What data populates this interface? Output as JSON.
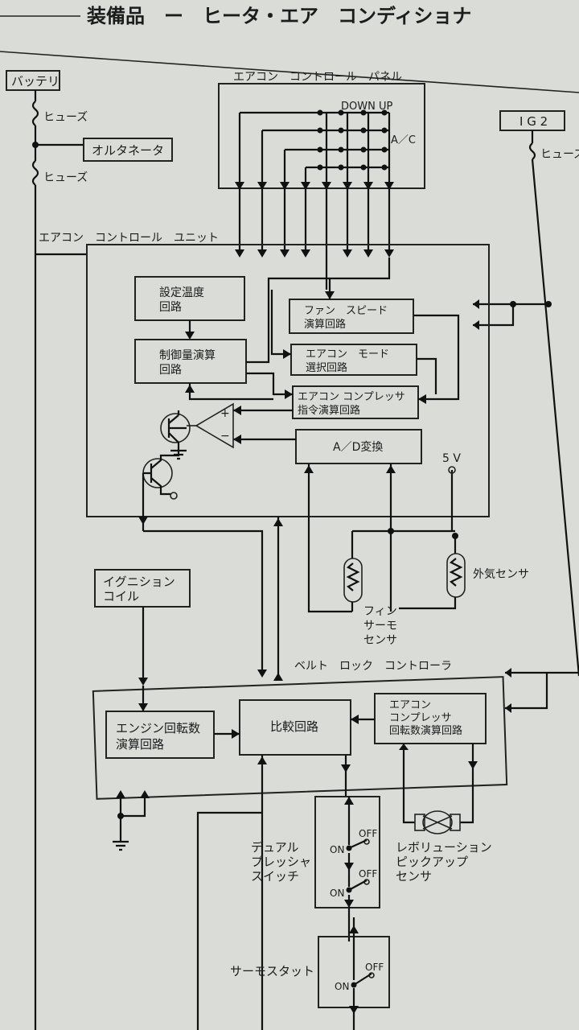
{
  "page": {
    "title": "装備品　ー　ヒータ・エア　コンディショナ"
  },
  "labels": {
    "battery": "バッテリ",
    "fuse1": "ヒューズ",
    "fuse2": "ヒューズ",
    "alternator": "オルタネータ",
    "ig2": "I G 2",
    "fuse_ig2": "ヒューズ",
    "panel": "エアコン　コントロール　パネル",
    "down_up": "DOWN  UP",
    "ac": "A／C",
    "unit": "エアコン　コントロール　ユニット",
    "set_temp": [
      "設定温度",
      "回路"
    ],
    "ctrl_calc": [
      "制御量演算",
      "回路"
    ],
    "fan_speed": [
      "ファン　スピード",
      "演算回路"
    ],
    "ac_mode": [
      "エアコン　モード",
      "選択回路"
    ],
    "compressor_cmd": [
      "エアコン コンプレッサ",
      "指令演算回路"
    ],
    "ad": "A／D変換",
    "five_v": "5 V",
    "fin_sensor": [
      "フィン",
      "サーモ",
      "センサ"
    ],
    "outside_sensor": "外気センサ",
    "ignition_coil": [
      "イグニション",
      "コイル"
    ],
    "belt_lock": "ベルト　ロック　コントローラ",
    "engine_rpm": [
      "エンジン回転数",
      "演算回路"
    ],
    "compare": "比較回路",
    "comp_rpm": [
      "エアコン",
      "コンプレッサ",
      "回転数演算回路"
    ],
    "dual_pressure": [
      "デュアル",
      "プレッシャ",
      "スイッチ"
    ],
    "rev_pickup": [
      "レボリューション",
      "ピックアップ",
      "センサ"
    ],
    "thermostat": "サーモスタット",
    "on": "ON",
    "off": "OFF",
    "plus": "+",
    "minus": "−"
  }
}
